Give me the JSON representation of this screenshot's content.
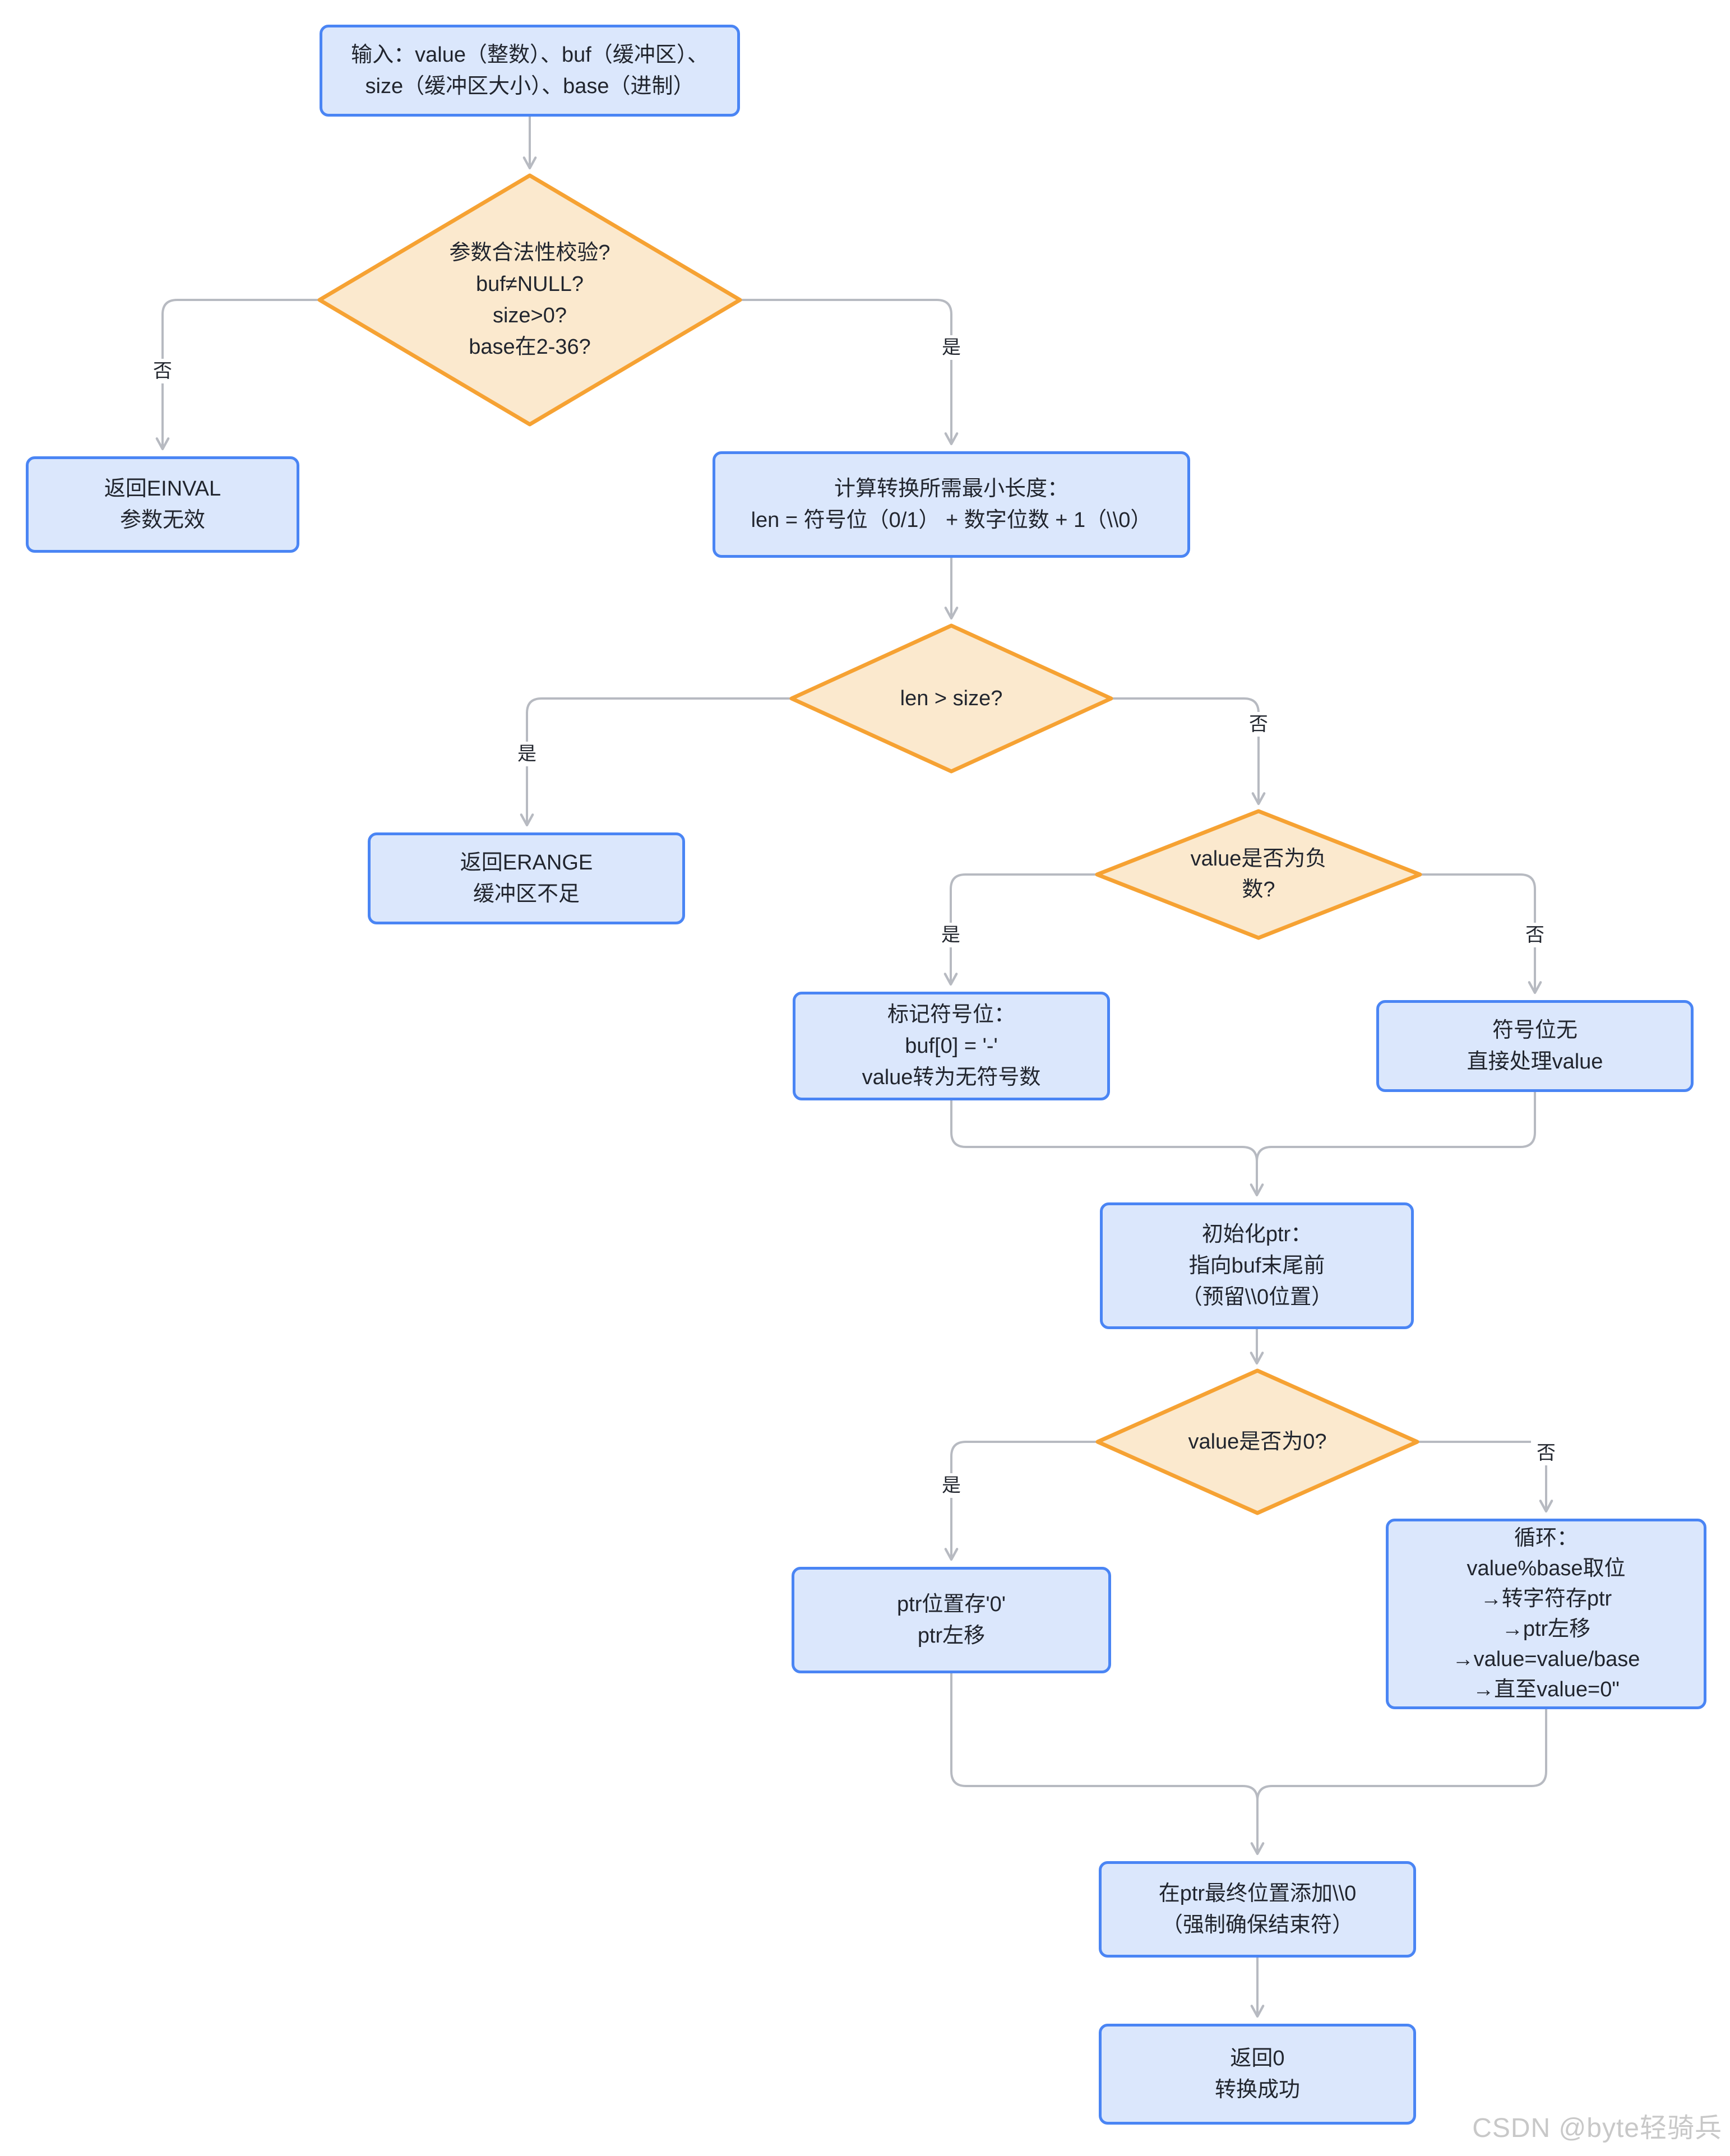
{
  "nodes": {
    "start": {
      "lines": [
        "输入：value（整数）、buf（缓冲区）、",
        "size（缓冲区大小）、base（进制）"
      ]
    },
    "check": {
      "lines": [
        "参数合法性校验?",
        "buf≠NULL?",
        "size>0?",
        "base在2-36?"
      ]
    },
    "einval": {
      "lines": [
        "返回EINVAL",
        "参数无效"
      ]
    },
    "calc": {
      "lines": [
        "计算转换所需最小长度：",
        "len = 符号位（0/1） + 数字位数 + 1（\\\\0）"
      ]
    },
    "lensize": {
      "lines": [
        "len > size?"
      ]
    },
    "erange": {
      "lines": [
        "返回ERANGE",
        "缓冲区不足"
      ]
    },
    "negative": {
      "lines": [
        "value是否为负",
        "数?"
      ]
    },
    "mark": {
      "lines": [
        "标记符号位：",
        "buf[0] = '-'",
        "value转为无符号数"
      ]
    },
    "nosign": {
      "lines": [
        "符号位无",
        "直接处理value"
      ]
    },
    "init": {
      "lines": [
        "初始化ptr：",
        "指向buf末尾前",
        "（预留\\\\0位置）"
      ]
    },
    "zero": {
      "lines": [
        "value是否为0?"
      ]
    },
    "store": {
      "lines": [
        "ptr位置存'0'",
        "ptr左移"
      ]
    },
    "loop": {
      "lines": [
        "循环：",
        "value%base取位",
        "→转字符存ptr",
        "→ptr左移",
        "→value=value/base",
        "→直至value=0\""
      ]
    },
    "addnull": {
      "lines": [
        "在ptr最终位置添加\\\\0",
        "（强制确保结束符）"
      ]
    },
    "ret": {
      "lines": [
        "返回0",
        "转换成功"
      ]
    }
  },
  "labels": {
    "check_no": "否",
    "check_yes": "是",
    "lensize_yes": "是",
    "lensize_no": "否",
    "negative_yes": "是",
    "negative_no": "否",
    "zero_yes": "是",
    "zero_no": "否"
  },
  "colors": {
    "box_fill": "#dbe7fc",
    "box_border": "#4a85f4",
    "diamond_fill": "#fbe9ce",
    "diamond_border": "#f6a233",
    "edge": "#b7bac1",
    "text": "#21252e",
    "watermark": "#c8c8c8"
  },
  "watermark": "CSDN @byte轻骑兵"
}
